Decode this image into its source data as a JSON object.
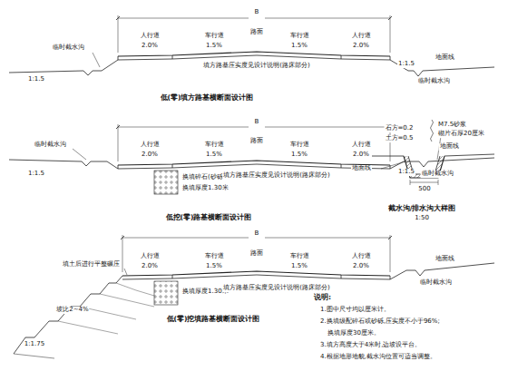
{
  "diagram": {
    "labels": [
      "B",
      "人行道",
      "2.0%",
      "车行道",
      "1.5%",
      "路面",
      "车行道",
      "1.5%",
      "人行道",
      "2.0%",
      "临时截水沟",
      "1:1.5",
      "地面线",
      "临时截水沟",
      "1:1.5",
      "填方路基压实度见设计说明(路床部分)",
      "低(零)填方路基横断面设计图",
      "B",
      "人行道",
      "2.0%",
      "车行道",
      "1.5%",
      "路面",
      "车行道",
      "1.5%",
      "人行道",
      "2.0%",
      "临时截水沟",
      "1:1.5",
      "地面线",
      "临时截水沟",
      "1:1.5",
      "换填碎石(砂砾)层",
      "换填厚度1.30米",
      "填方路基压实度见设计说明(路床部分)",
      "低挖(零)路基横断面设计图",
      "B",
      "人行道",
      "2.0%",
      "车行道",
      "1.5%",
      "路面",
      "车行道",
      "1.5%",
      "人行道",
      "2.0%",
      "填土后进行平整碾压",
      "地面线",
      "临时截水沟",
      "1:1.75",
      "坡比2~4%",
      "换填厚度1.30米",
      "填方路基压实度见设计说明(路床部分)",
      "低(零)挖填路基横断面设计图",
      "石方=0.2",
      "土方=0.5",
      "M7.5砂浆",
      "砌片石厚20厘米",
      "地面线",
      "500",
      "截水沟/排水沟大样图",
      "1:50",
      "说明:",
      "1.图中尺寸均以厘米计。",
      "2.换填级配碎石或砂砾,压实度不小于96%;",
      "换填厚度30厘米。",
      "3.填方高度大于4米时,边坡设平台。",
      "4.根据地形地貌,截水沟位置可适当调整。"
    ]
  }
}
